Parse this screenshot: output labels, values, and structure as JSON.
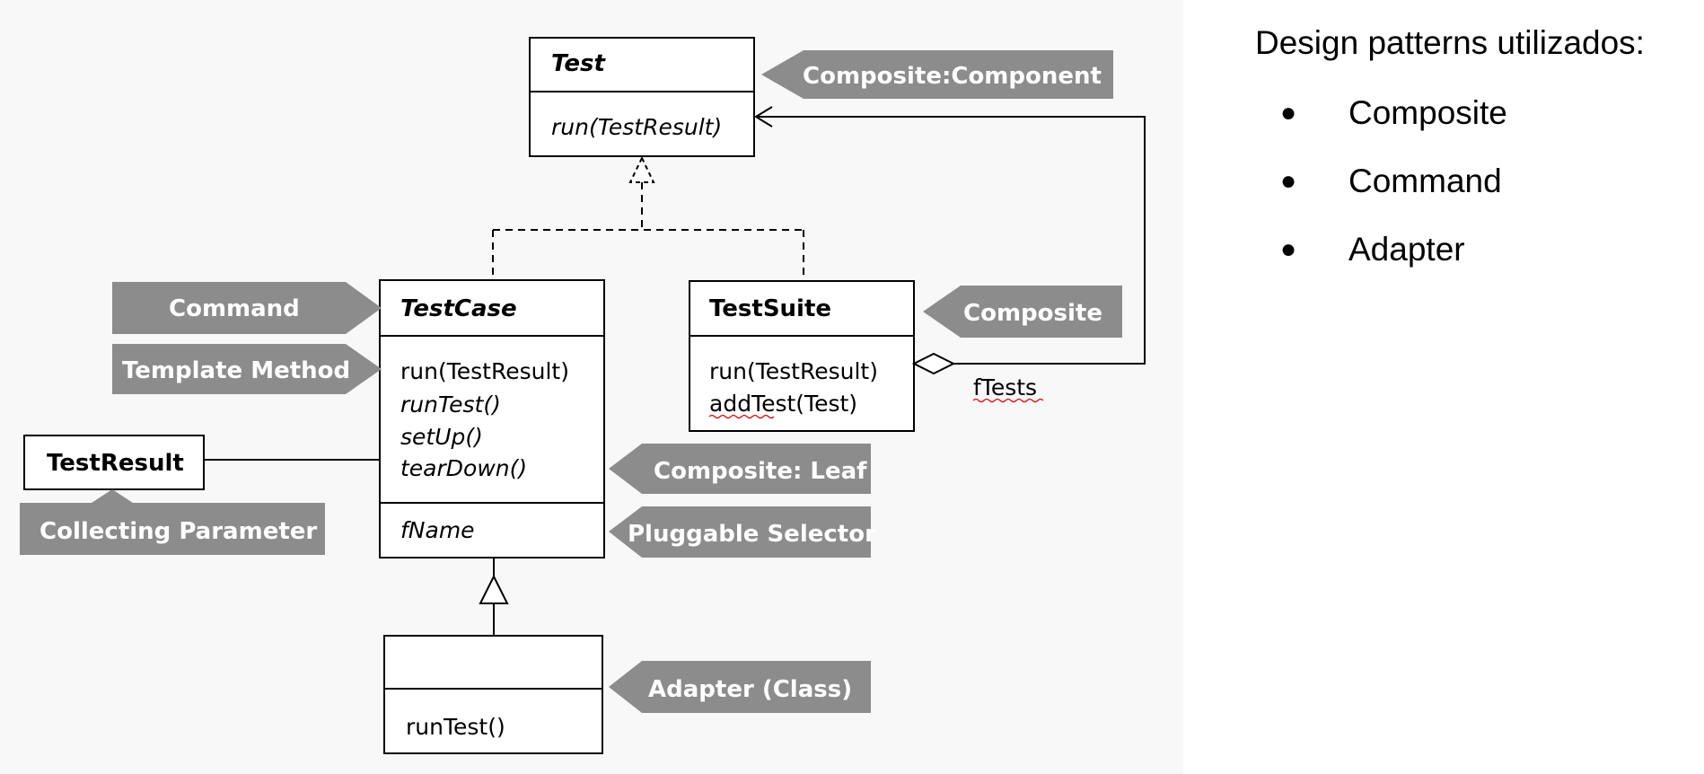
{
  "diagram": {
    "classes": {
      "test": {
        "name": "Test",
        "methods": [
          "run(TestResult)"
        ]
      },
      "testcase": {
        "name": "TestCase",
        "methods": [
          "run(TestResult)",
          "runTest()",
          "setUp()",
          "tearDown()"
        ],
        "fields": [
          "fName"
        ]
      },
      "testsuite": {
        "name": "TestSuite",
        "methods": [
          "run(TestResult)",
          "addTest(Test)"
        ]
      },
      "testresult": {
        "name": "TestResult"
      },
      "subclass": {
        "name": "",
        "methods": [
          "runTest()"
        ]
      }
    },
    "association_label": "fTests",
    "pattern_tags": {
      "composite_component": "Composite:Component",
      "command": "Command",
      "template_method": "Template Method",
      "composite": "Composite",
      "composite_leaf": "Composite: Leaf",
      "pluggable_selector": "Pluggable Selector",
      "collecting_parameter": "Collecting Parameter",
      "adapter_class": "Adapter (Class)"
    },
    "colors": {
      "tag_fill": "#8c8c8c",
      "panel_bg": "#f8f8f8",
      "squiggle": "#cc2222"
    }
  },
  "side_panel": {
    "heading": "Design patterns utilizados:",
    "items": [
      "Composite",
      "Command",
      "Adapter"
    ]
  }
}
